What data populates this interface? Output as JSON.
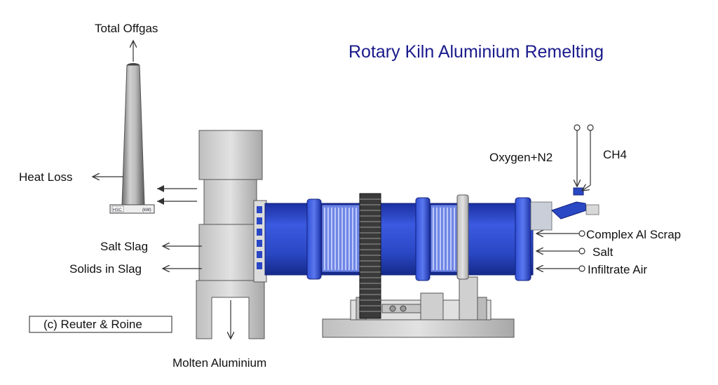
{
  "title": "Rotary Kiln Aluminium Remelting",
  "labels": {
    "total_offgas": "Total Offgas",
    "heat_loss": "Heat Loss",
    "salt_slag": "Salt Slag",
    "solids_in_slag": "Solids in Slag",
    "molten_aluminium": "Molten Aluminium",
    "oxygen_n2": "Oxygen+N2",
    "ch4": "CH4",
    "complex_al_scrap": "Complex Al Scrap",
    "salt": "Salt",
    "infiltrate_air": "Infiltrate Air",
    "copyright": "(c) Reuter & Roine"
  },
  "stack_plate": {
    "left": "HSC",
    "right": "(kW)"
  },
  "colors": {
    "kiln_blue": "#2a47c4",
    "title": "#1a1a8c",
    "grey_equipment": "#d6d6d6"
  }
}
